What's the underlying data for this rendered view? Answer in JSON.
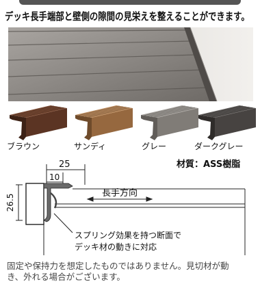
{
  "header": {
    "title": "デッキ長手端部と壁側の隙間の見栄えを整えることができます。"
  },
  "colors": [
    {
      "label": "ブラウン",
      "top": "#7b4b34",
      "side": "#5b3423",
      "end": "#3d2216"
    },
    {
      "label": "サンディ",
      "top": "#b9895c",
      "side": "#96683f",
      "end": "#6f4b2b"
    },
    {
      "label": "グレー",
      "top": "#a09c97",
      "side": "#807c77",
      "end": "#615d59"
    },
    {
      "label": "ダークグレー",
      "top": "#5e5a58",
      "side": "#474341",
      "end": "#2f2c2a"
    }
  ],
  "material": "材質：ASS樹脂",
  "diagram": {
    "width_dim": "25",
    "inner_dim": "10",
    "height_dim": "26.5",
    "direction_label": "長手方向",
    "note_line1": "スプリング効果を持つ断面で",
    "note_line2": "デッキ材の動きに対応"
  },
  "footnote": "固定や保持力を想定したものではありません。見切材が動き、外れる場合がございます。"
}
